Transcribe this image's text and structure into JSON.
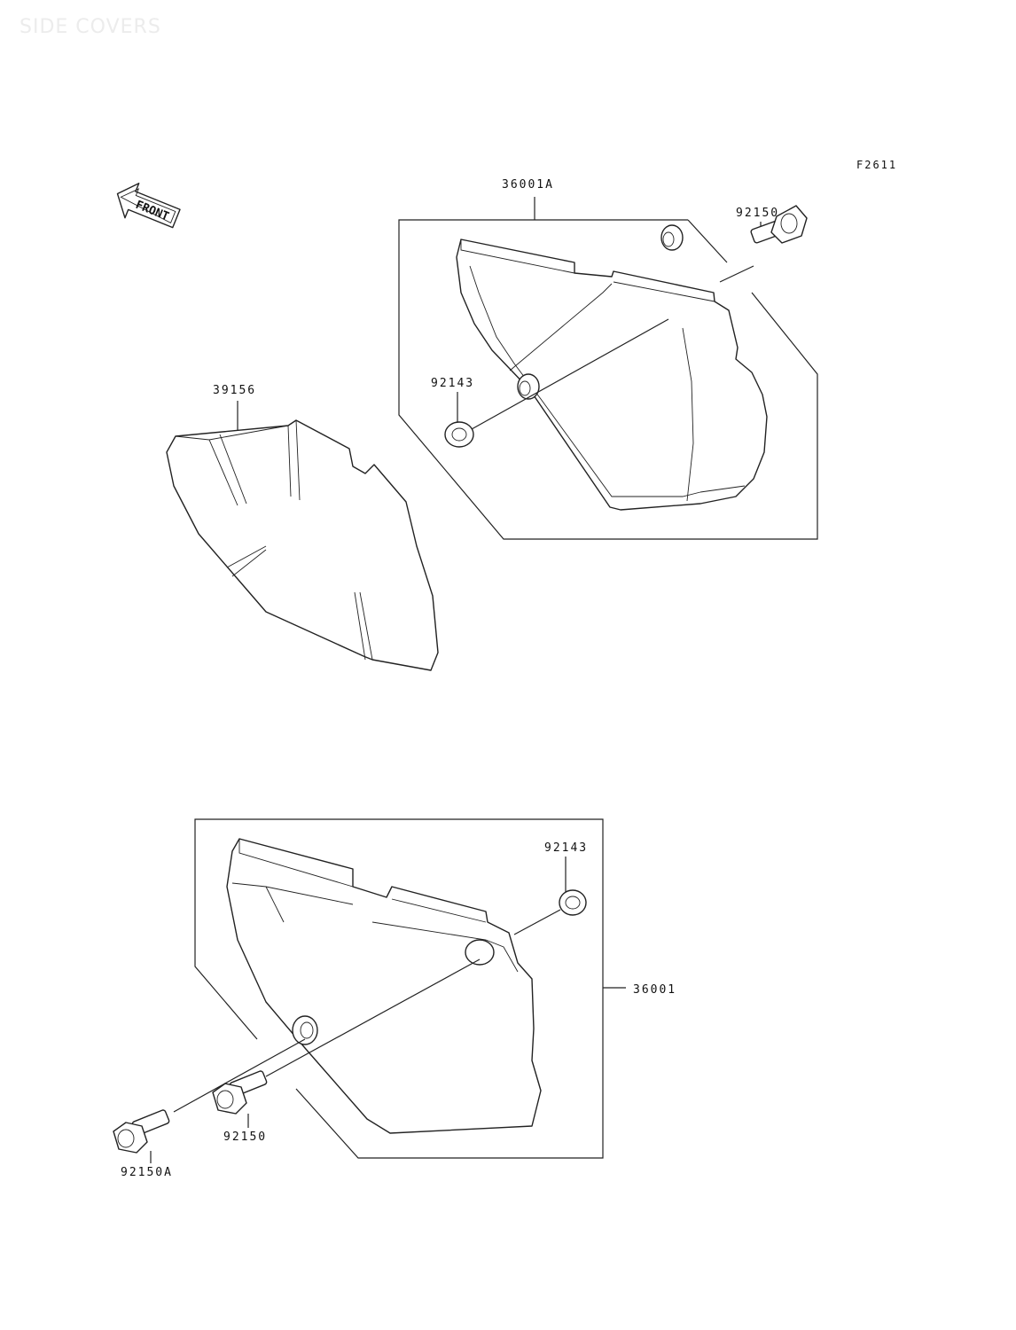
{
  "page": {
    "title": "SIDE COVERS",
    "figure_code": "F2611",
    "front_arrow_text": "FRONT"
  },
  "labels": {
    "cover_right": "36001A",
    "bolt_top": "92150",
    "grommet_top": "92143",
    "number_plate": "39156",
    "grommet_bottom": "92143",
    "cover_left": "36001",
    "bolt_bottom": "92150",
    "bolt_bottom_a": "92150A"
  }
}
